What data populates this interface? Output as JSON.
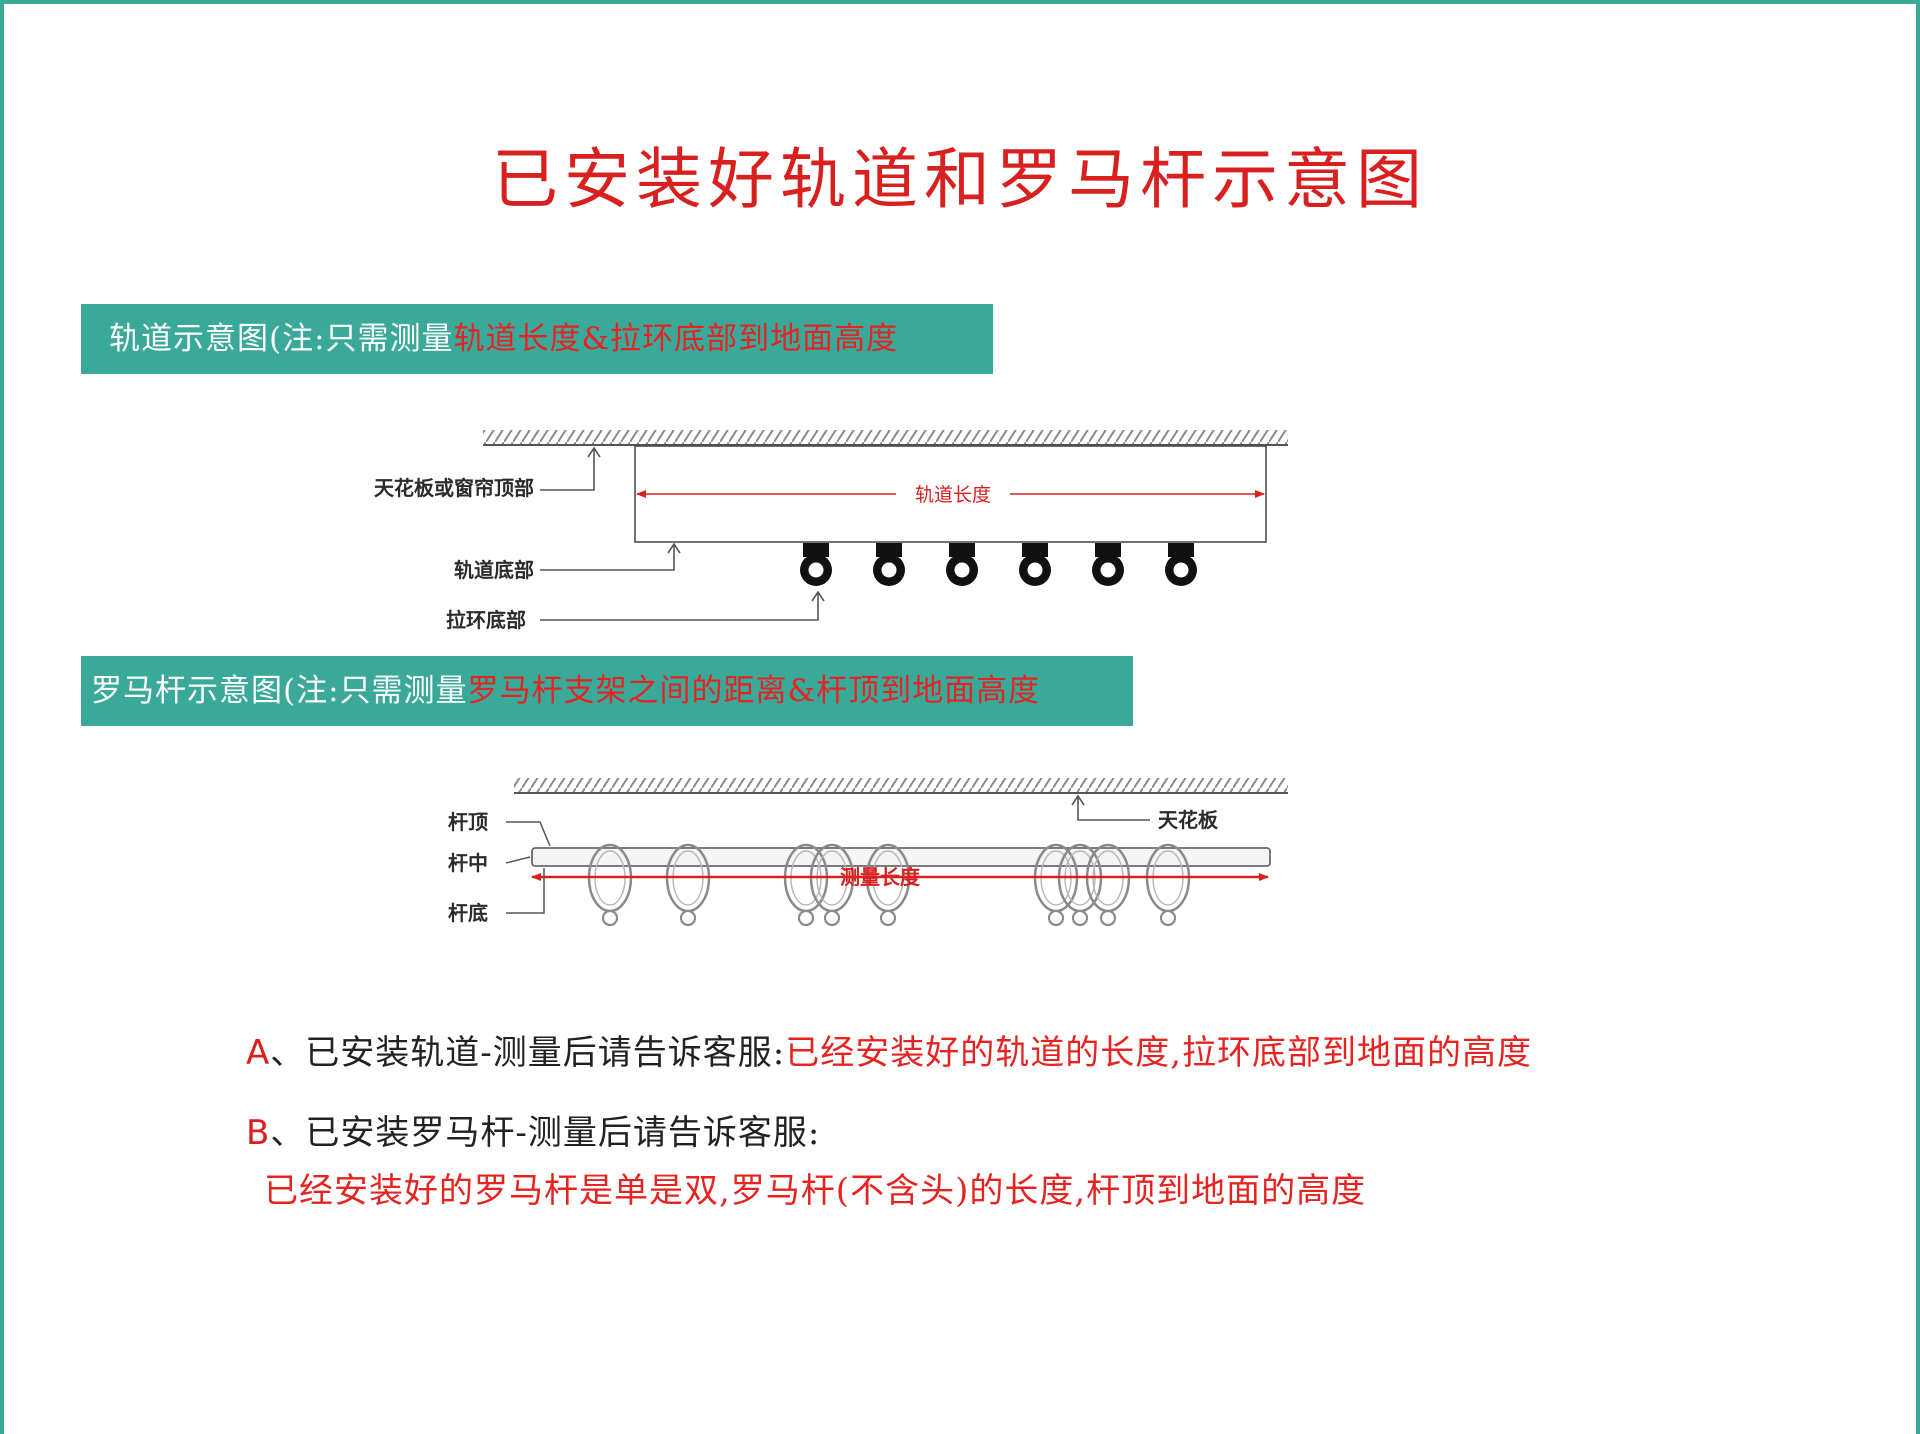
{
  "title": "已安装好轨道和罗马杆示意图",
  "track_section": {
    "banner_prefix": "轨道示意图(注:只需测量",
    "banner_highlight": "轨道长度&拉环底部到地面高度",
    "labels": {
      "ceiling": "天花板或窗帘顶部",
      "track_bottom": "轨道底部",
      "ring_bottom": "拉环底部",
      "track_length": "轨道长度"
    },
    "roller_count": 6
  },
  "rod_section": {
    "banner_prefix": "罗马杆示意图(注:只需测量",
    "banner_highlight": "罗马杆支架之间的距离&杆顶到地面高度",
    "labels": {
      "rod_top": "杆顶",
      "rod_middle": "杆中",
      "rod_bottom": "杆底",
      "ceiling": "天花板",
      "measure_length": "测量长度"
    }
  },
  "notes": {
    "a_key": "A",
    "a_text": "、已安装轨道-测量后请告诉客服:",
    "a_red": "已经安装好的轨道的长度,拉环底部到地面的高度",
    "b_key": "B",
    "b_text": "、已安装罗马杆-测量后请告诉客服:",
    "b_red": "已经安装好的罗马杆是单是双,罗马杆(不含头)的长度,杆顶到地面的高度"
  },
  "colors": {
    "accent_teal": "#3aa99a",
    "red": "#d8201f"
  }
}
